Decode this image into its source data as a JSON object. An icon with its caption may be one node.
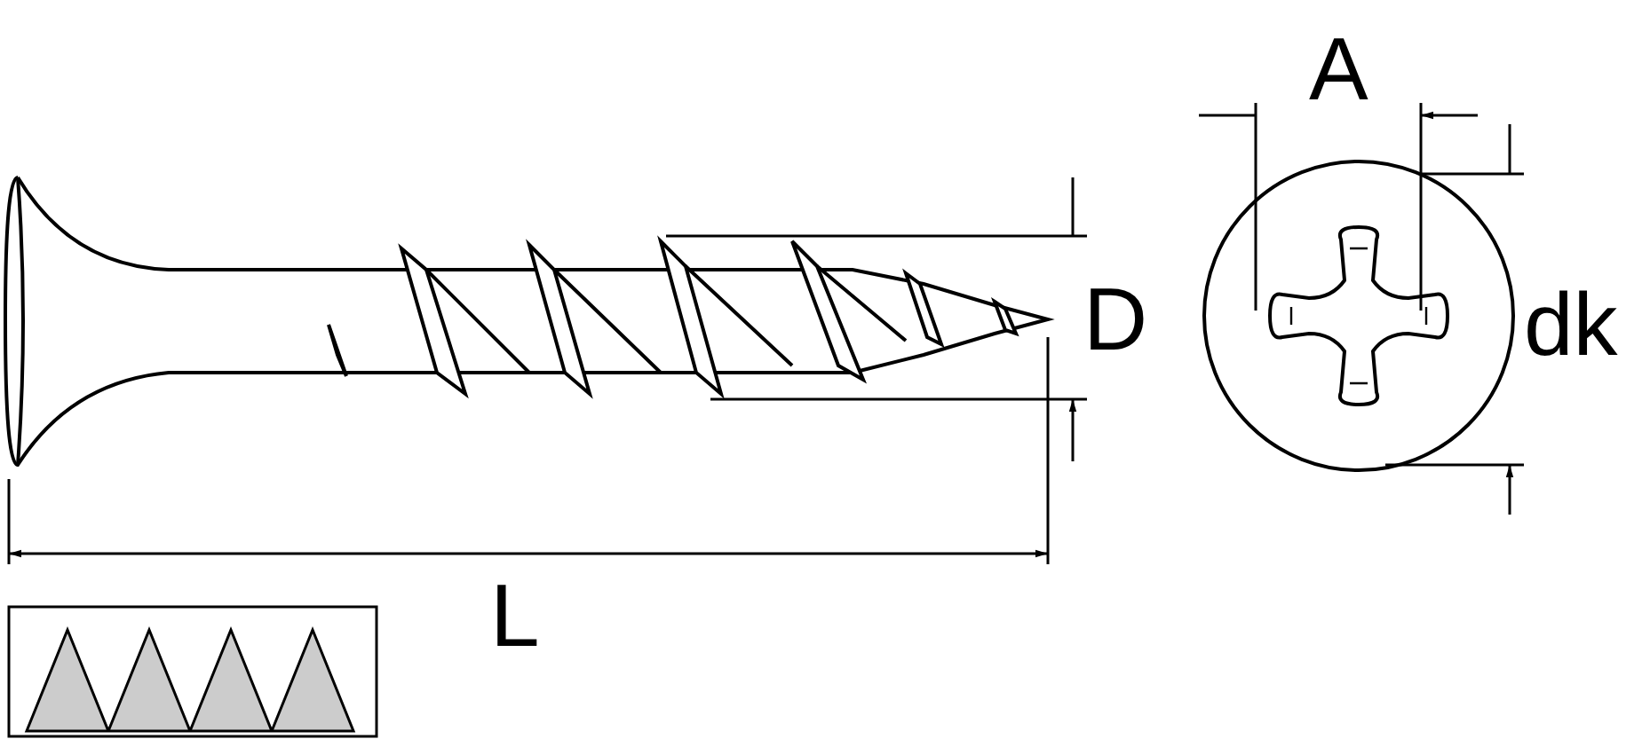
{
  "diagram": {
    "labels": [
      "A",
      "D",
      "dk",
      "L"
    ]
  }
}
